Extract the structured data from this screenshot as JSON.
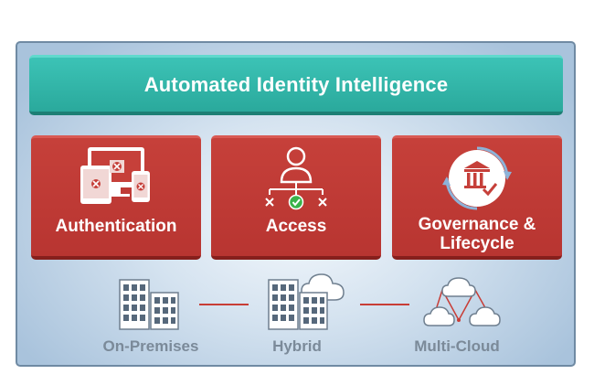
{
  "banner": {
    "title": "Automated Identity Intelligence"
  },
  "cards": [
    {
      "label": "Authentication",
      "icon": "devices-icon"
    },
    {
      "label": "Access",
      "icon": "user-access-icon"
    },
    {
      "label_line1": "Governance &",
      "label_line2": "Lifecycle",
      "icon": "governance-cycle-icon"
    }
  ],
  "environments": [
    {
      "label": "On-Premises",
      "icon": "buildings-icon"
    },
    {
      "label": "Hybrid",
      "icon": "buildings-cloud-icon"
    },
    {
      "label": "Multi-Cloud",
      "icon": "clouds-network-icon"
    }
  ],
  "colors": {
    "teal": "#2fb3a6",
    "red": "#bf3a35",
    "panel_border": "#6f8aa3",
    "label_gray": "#7b8a99"
  }
}
